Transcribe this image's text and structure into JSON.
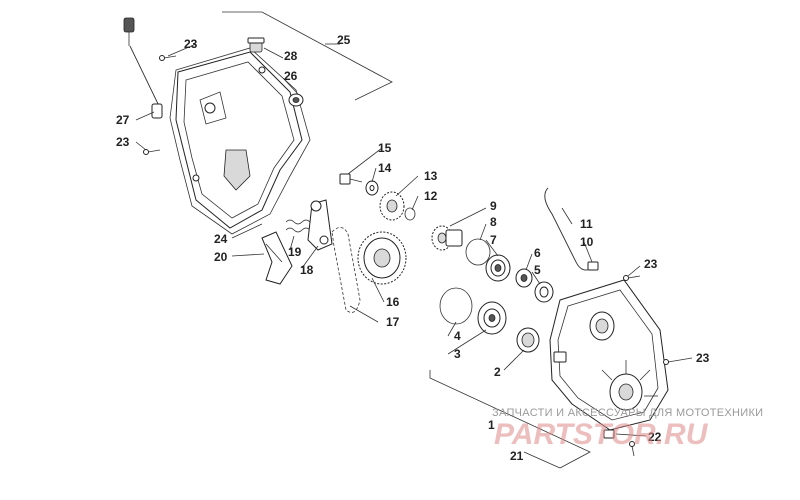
{
  "callouts": [
    "1",
    "2",
    "3",
    "4",
    "5",
    "6",
    "7",
    "8",
    "9",
    "10",
    "11",
    "12",
    "13",
    "14",
    "15",
    "16",
    "17",
    "18",
    "19",
    "20",
    "21",
    "22",
    "23",
    "24",
    "25",
    "26",
    "27",
    "28"
  ],
  "watermark": {
    "caption": "ЗАПЧАСТИ И АКСЕССУАРЫ ДЛЯ МОТОТЕХНИКИ",
    "logo": "PARTSTOR.RU"
  }
}
